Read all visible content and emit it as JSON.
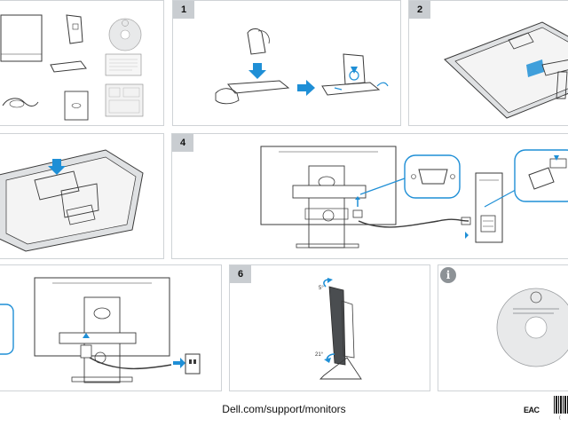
{
  "steps": [
    "1",
    "2",
    "4",
    "6"
  ],
  "info_label": "i",
  "footer": {
    "url": "Dell.com/support/monitors",
    "certification_mark": "EAC",
    "code_suffix": "("
  },
  "tilt": {
    "top_angle": "5°",
    "bottom_angle": "21°"
  },
  "colors": {
    "accent": "#1f8fd6",
    "line": "#3a3a3a",
    "panel_border": "#cfd3d6",
    "tab": "#c9cdd1"
  },
  "icons": [
    "stand-base-icon",
    "cable-icon",
    "monitor-outline-icon",
    "vga-connector-icon",
    "power-outlet-icon",
    "cd-disc-icon"
  ]
}
